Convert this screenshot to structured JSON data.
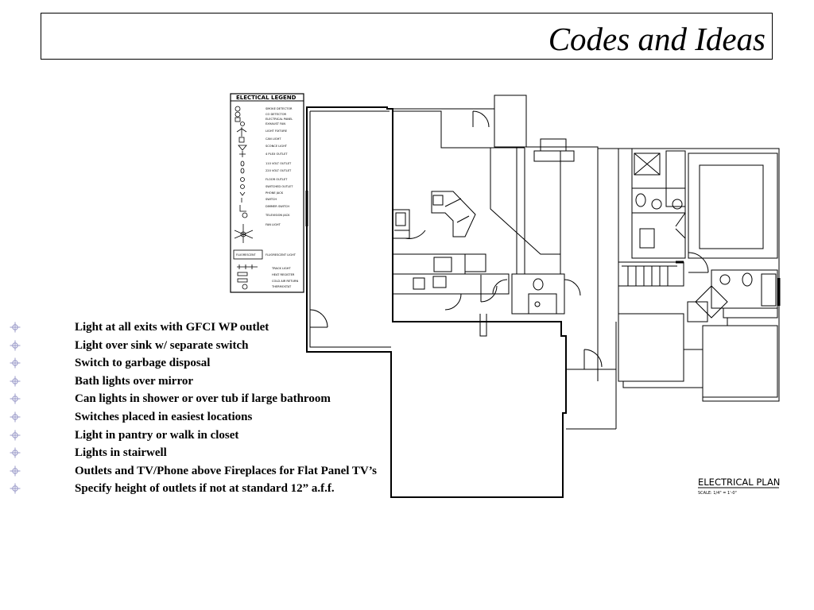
{
  "slide": {
    "title": "Codes and Ideas"
  },
  "bullets": [
    {
      "text": "Light at all exits with GFCI WP outlet"
    },
    {
      "text": "Light over sink w/ separate switch"
    },
    {
      "text": "Switch to garbage disposal"
    },
    {
      "text": "Bath lights over mirror"
    },
    {
      "text": "Can lights in shower or over tub if large bathroom"
    },
    {
      "text": "Switches placed in easiest locations"
    },
    {
      "text": "Light in pantry or walk in closet"
    },
    {
      "text": "Lights in stairwell"
    },
    {
      "text": "Outlets and TV/Phone above Fireplaces for Flat Panel TV’s"
    },
    {
      "text": "Specify height of outlets if not at standard 12” a.f.f."
    }
  ],
  "bullet_icon": "crosshair-circle-icon",
  "plan": {
    "label": "ELECTRICAL PLAN",
    "scale": "SCALE: 1/4\" = 1'-0\"",
    "legend_title": "ELECTICAL LEGEND",
    "legend_items": [
      "SMOKE DETECTOR",
      "CO DETECTOR",
      "ELECTRICAL PANEL",
      "EXHAUST FAN",
      "LIGHT FIXTURE",
      "CAN LIGHT",
      "SCONCE LIGHT",
      "4 PLEX OUTLET",
      "110 VOLT OUTLET",
      "220 VOLT OUTLET",
      "FLOOR OUTLET",
      "SWITCHED OUTLET",
      "PHONE JACK",
      "SWITCH",
      "DIMMER SWITCH",
      "TELEVISION JACK",
      "FAN LIGHT",
      "FLUORESCENT LIGHT",
      "TRACK LIGHT",
      "HEAT REGISTER",
      "COLD AIR RETURN",
      "THERMOSTAT"
    ],
    "legend_fluorescent_box": "FLUORESCENT"
  },
  "colors": {
    "bullet": "#9a9ac8",
    "line": "#000000"
  }
}
